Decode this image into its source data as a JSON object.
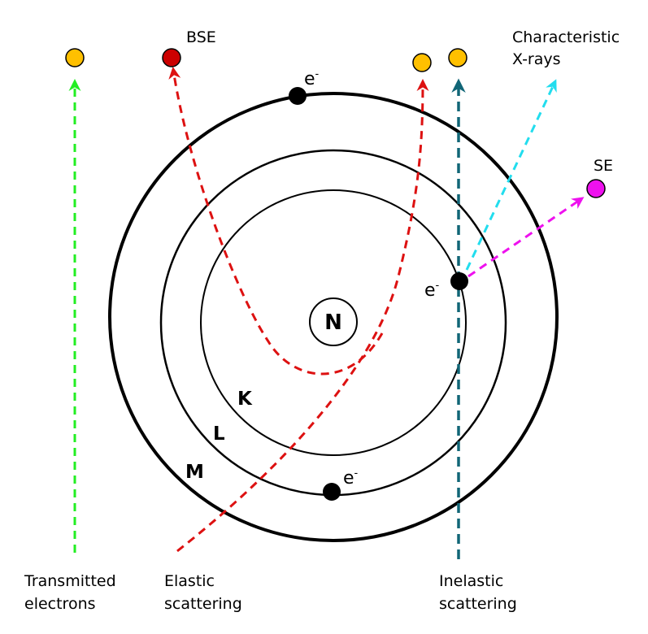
{
  "labels": {
    "bse": "BSE",
    "characteristic_line1": "Characteristic",
    "characteristic_line2": "X-rays",
    "se": "SE",
    "transmitted_line1": "Transmitted",
    "transmitted_line2": "electrons",
    "elastic_line1": "Elastic",
    "elastic_line2": "scattering",
    "inelastic_line1": "Inelastic",
    "inelastic_line2": "scattering"
  },
  "shells": {
    "k": "K",
    "l": "L",
    "m": "M"
  },
  "nucleus": "N",
  "electron": {
    "base": "e",
    "charge": "-"
  },
  "colors": {
    "transmitted": "#22ee22",
    "elastic": "#dd1111",
    "backscatter": "#dd1111",
    "inelastic": "#116677",
    "xray": "#22ddee",
    "secondary": "#ee11ee",
    "particle_yellow": "#ffc000",
    "particle_bse": "#cc0000",
    "particle_se": "#ee11ee"
  }
}
